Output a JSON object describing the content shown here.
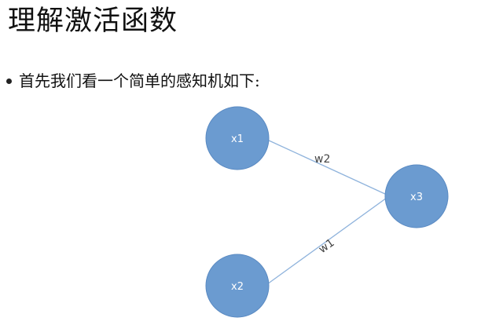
{
  "slide": {
    "title": "理解激活函数",
    "bullet": "首先我们看一个简单的感知机如下:"
  },
  "diagram": {
    "colors": {
      "node_fill": "#6b9bd0",
      "node_stroke": "#5a8ac2",
      "edge": "#8fb3dc"
    },
    "nodes": [
      {
        "id": "x1",
        "label": "x1"
      },
      {
        "id": "x2",
        "label": "x2"
      },
      {
        "id": "x3",
        "label": "x3"
      }
    ],
    "edges": [
      {
        "from": "x1",
        "to": "x3",
        "label": "w2"
      },
      {
        "from": "x2",
        "to": "x3",
        "label": "w1"
      }
    ]
  }
}
